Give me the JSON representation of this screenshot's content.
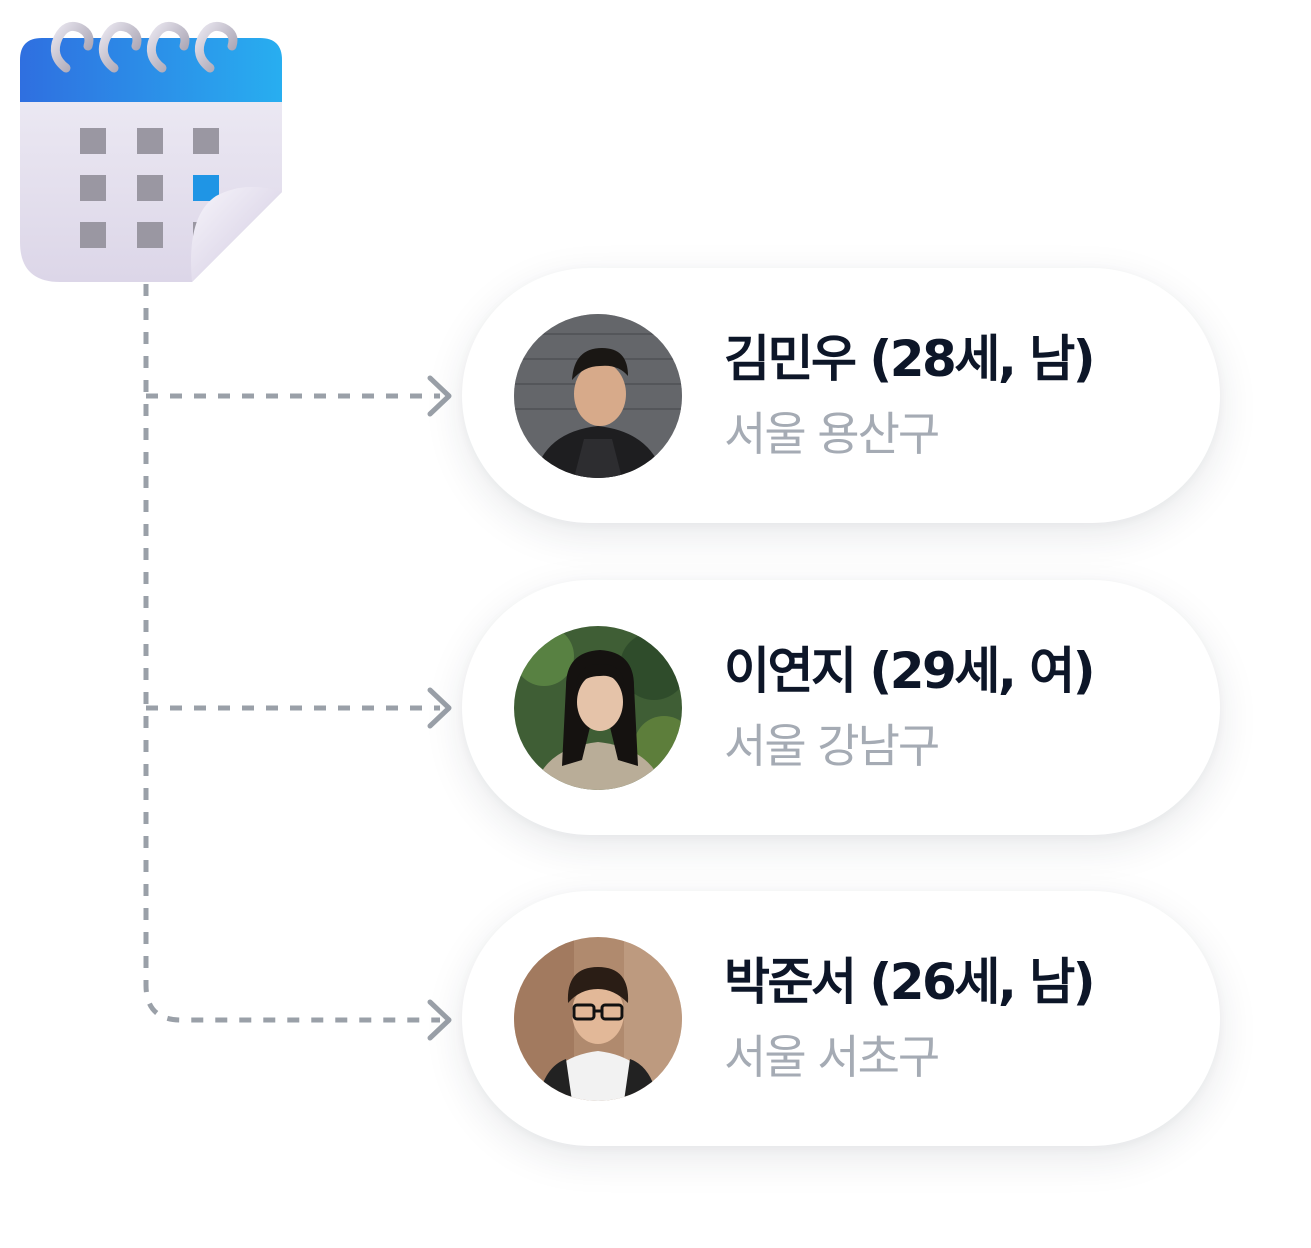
{
  "icons": {
    "calendar": "calendar-icon",
    "arrow": "chevron-right-icon"
  },
  "colors": {
    "calendar_header": "#2c8fe8",
    "calendar_body": "#e7e3ef",
    "calendar_cell": "#9a97a2",
    "calendar_highlight": "#1f95e5",
    "connector": "#9aa0a8",
    "name_text": "#0d1628",
    "location_text": "#a5abb4"
  },
  "people": [
    {
      "name": "김민우 (28세, 남)",
      "location": "서울 용산구"
    },
    {
      "name": "이연지 (29세, 여)",
      "location": "서울 강남구"
    },
    {
      "name": "박준서 (26세, 남)",
      "location": "서울 서초구"
    }
  ]
}
